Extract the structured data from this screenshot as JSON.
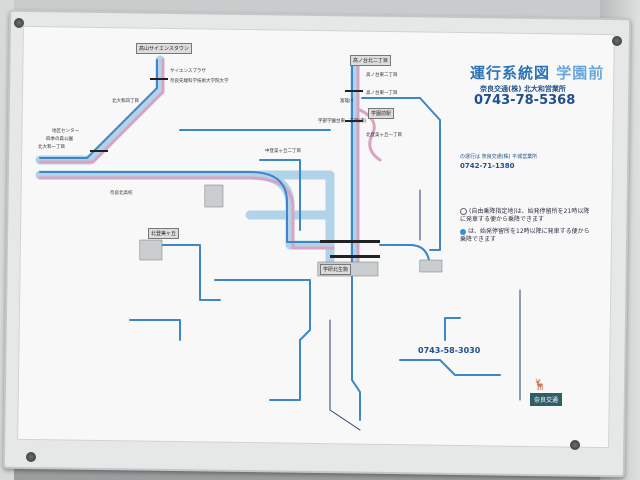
{
  "sign": {
    "title_main": "運行系統図",
    "title_sub": "学園前",
    "office": "奈良交通(株) 北大和営業所",
    "phone": "0743-78-5368",
    "other_office_note": "の運行は 奈良交通(株) 平城営業所",
    "other_office_phone": "0742-71-1380",
    "south_office_phone": "0743-58-3030",
    "note_1": "(自由乗降指定地)は、始発停留所を21時以降に発車する便から乗降できます",
    "note_2": "は、始発停留所を12時以降に発車する便から乗降できます",
    "logo": "奈良交通"
  },
  "terminals": [
    "高山サイエンスタウン",
    "高ノ台北二丁目",
    "学研北生駒",
    "北登美ヶ丘",
    "学園前駅"
  ],
  "stops": [
    "サイエンスプラザ",
    "奈良先端科学技術大学院大学",
    "北大和四丁目",
    "地区センター",
    "四季の森公園",
    "北大和一丁目",
    "高ノ台東二丁目",
    "高ノ台東一丁目",
    "富雄川",
    "宇部学園台東一丁目(南)",
    "北登美ヶ丘一丁目",
    "中登美ヶ丘二丁目",
    "奈良北高校"
  ],
  "colors": {
    "blue": "#3c86c9",
    "pink": "#d9a3c2",
    "light_blue": "#9fcbe8",
    "navy": "#2a3e6e"
  }
}
